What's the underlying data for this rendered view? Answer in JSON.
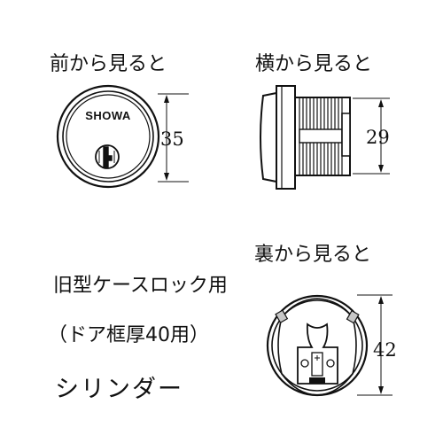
{
  "views": {
    "front": {
      "title": "前から見ると",
      "brand": "SHOWA",
      "dimension": "35"
    },
    "side": {
      "title": "横から見ると",
      "dimension": "29"
    },
    "back": {
      "title": "裏から見ると",
      "dimension": "42"
    }
  },
  "description": {
    "line1": "旧型ケースロック用",
    "line2": "（ドア框厚40用）",
    "line3": "シリンダー"
  },
  "colors": {
    "ink": "#111111",
    "background": "#ffffff",
    "shade": "#c8c8c8"
  }
}
